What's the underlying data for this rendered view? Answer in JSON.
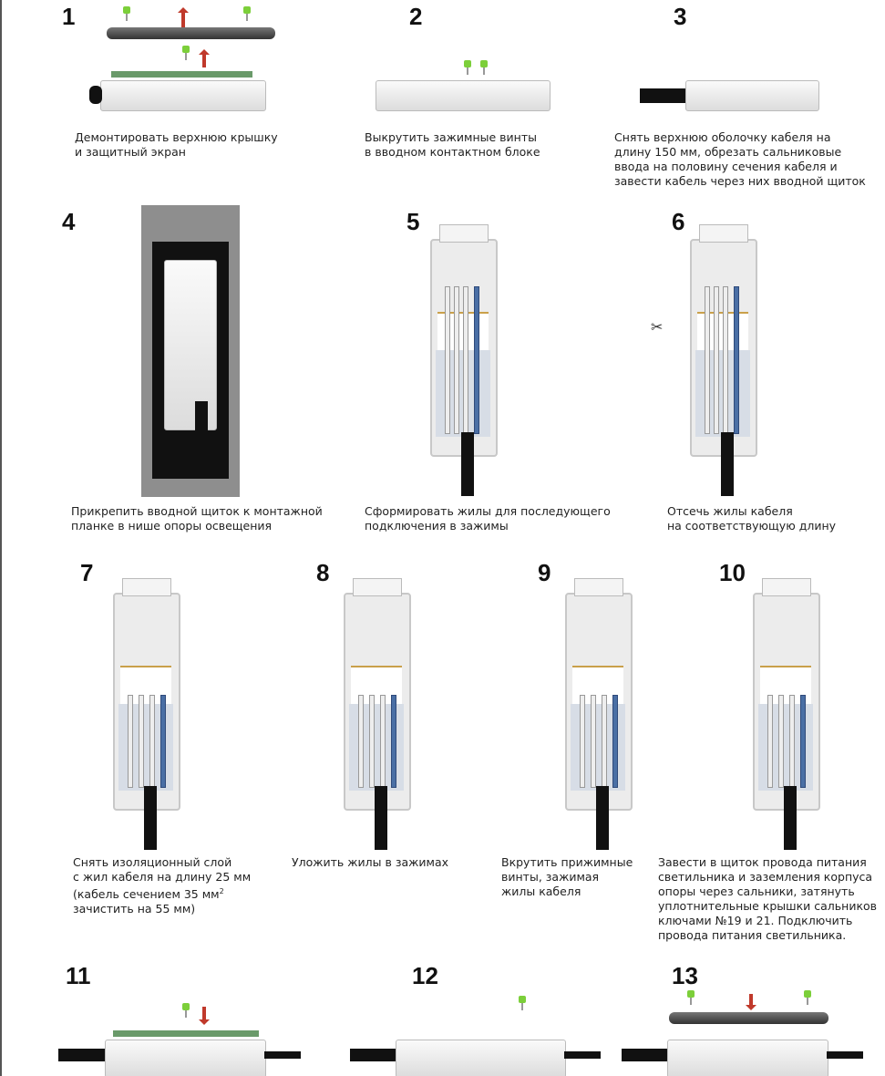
{
  "steps": [
    {
      "number": "1",
      "caption": "Демонтировать верхнюю крышку\nи защитный экран"
    },
    {
      "number": "2",
      "caption": "Выкрутить зажимные винты\nв вводном контактном блоке"
    },
    {
      "number": "3",
      "caption": "Снять верхнюю оболочку кабеля на\nдлину 150 мм, обрезать сальниковые\nввода на половину сечения кабеля и\nзавести кабель через них вводной щиток"
    },
    {
      "number": "4",
      "caption": "Прикрепить вводной щиток к монтажной\nпланке в нише опоры освещения"
    },
    {
      "number": "5",
      "caption": "Сформировать жилы для последующего\nподключения в зажимы"
    },
    {
      "number": "6",
      "caption": "Отсечь жилы кабеля\n на соответствующую длину"
    },
    {
      "number": "7",
      "caption_a": "Снять изоляционный слой\nс жил кабеля на длину 25 мм\n(кабель сечением 35 мм",
      "caption_sup": "2",
      "caption_b": "\nзачистить на 55 мм)"
    },
    {
      "number": "8",
      "caption": "Уложить жилы в зажимах"
    },
    {
      "number": "9",
      "caption": "Вкрутить прижимные\nвинты, зажимая\nжилы кабеля"
    },
    {
      "number": "10",
      "caption": "Завести в щиток провода питания\nсветильника и заземления корпуса\nопоры через сальники, затянуть\nуплотнительные крышки сальников\nключами №19 и 21. Подключить\nпровода питания светильника."
    },
    {
      "number": "11"
    },
    {
      "number": "12"
    },
    {
      "number": "13"
    }
  ]
}
